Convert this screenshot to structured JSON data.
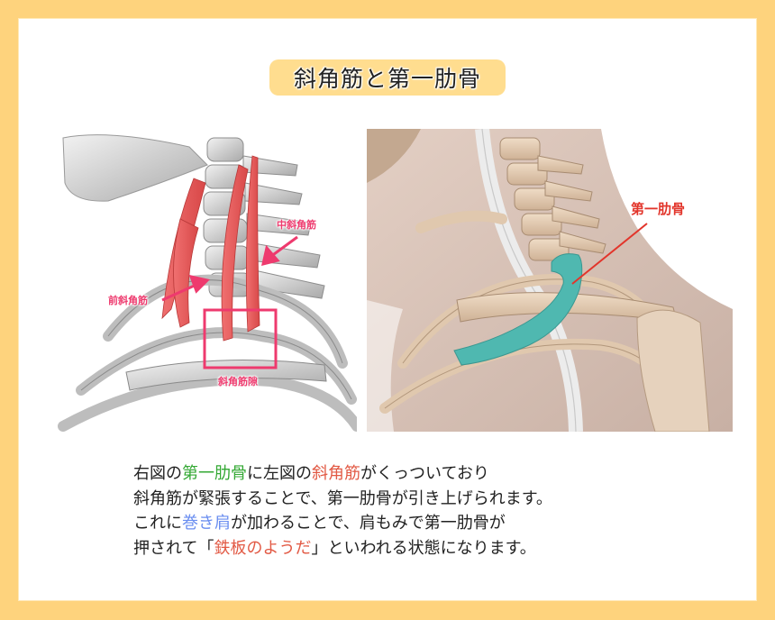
{
  "title": "斜角筋と第一肋骨",
  "left_figure": {
    "labels": {
      "middle_scalene": "中斜角筋",
      "anterior_scalene": "前斜角筋",
      "scalene_gap": "斜角筋隙"
    },
    "colors": {
      "muscle": "#e85a5a",
      "annotation": "#ee3a6e",
      "bone": "#c8c8c8"
    }
  },
  "right_figure": {
    "labels": {
      "first_rib": "第一肋骨"
    },
    "colors": {
      "first_rib": "#4fb8b0",
      "annotation": "#e2352b",
      "bone": "#e5cfb5"
    }
  },
  "body": {
    "line1": {
      "t1": "右図の",
      "h1": "第一肋骨",
      "t2": "に左図の",
      "h2": "斜角筋",
      "t3": "がくっついており"
    },
    "line2": {
      "t1": "斜角筋が緊張することで、第一肋骨が引き上げられます。"
    },
    "line3": {
      "t1": "これに",
      "h1": "巻き肩",
      "t2": "が加わることで、肩もみで第一肋骨が"
    },
    "line4": {
      "t1": "押されて「",
      "h1": "鉄板のようだ",
      "t2": "」といわれる状態になります。"
    },
    "colors": {
      "green": "#33a833",
      "red": "#e25a45",
      "blue": "#6a8ef0"
    }
  },
  "colors": {
    "background": "#fed37d",
    "card": "#ffffff",
    "title_pill": "#ffdd8f"
  }
}
